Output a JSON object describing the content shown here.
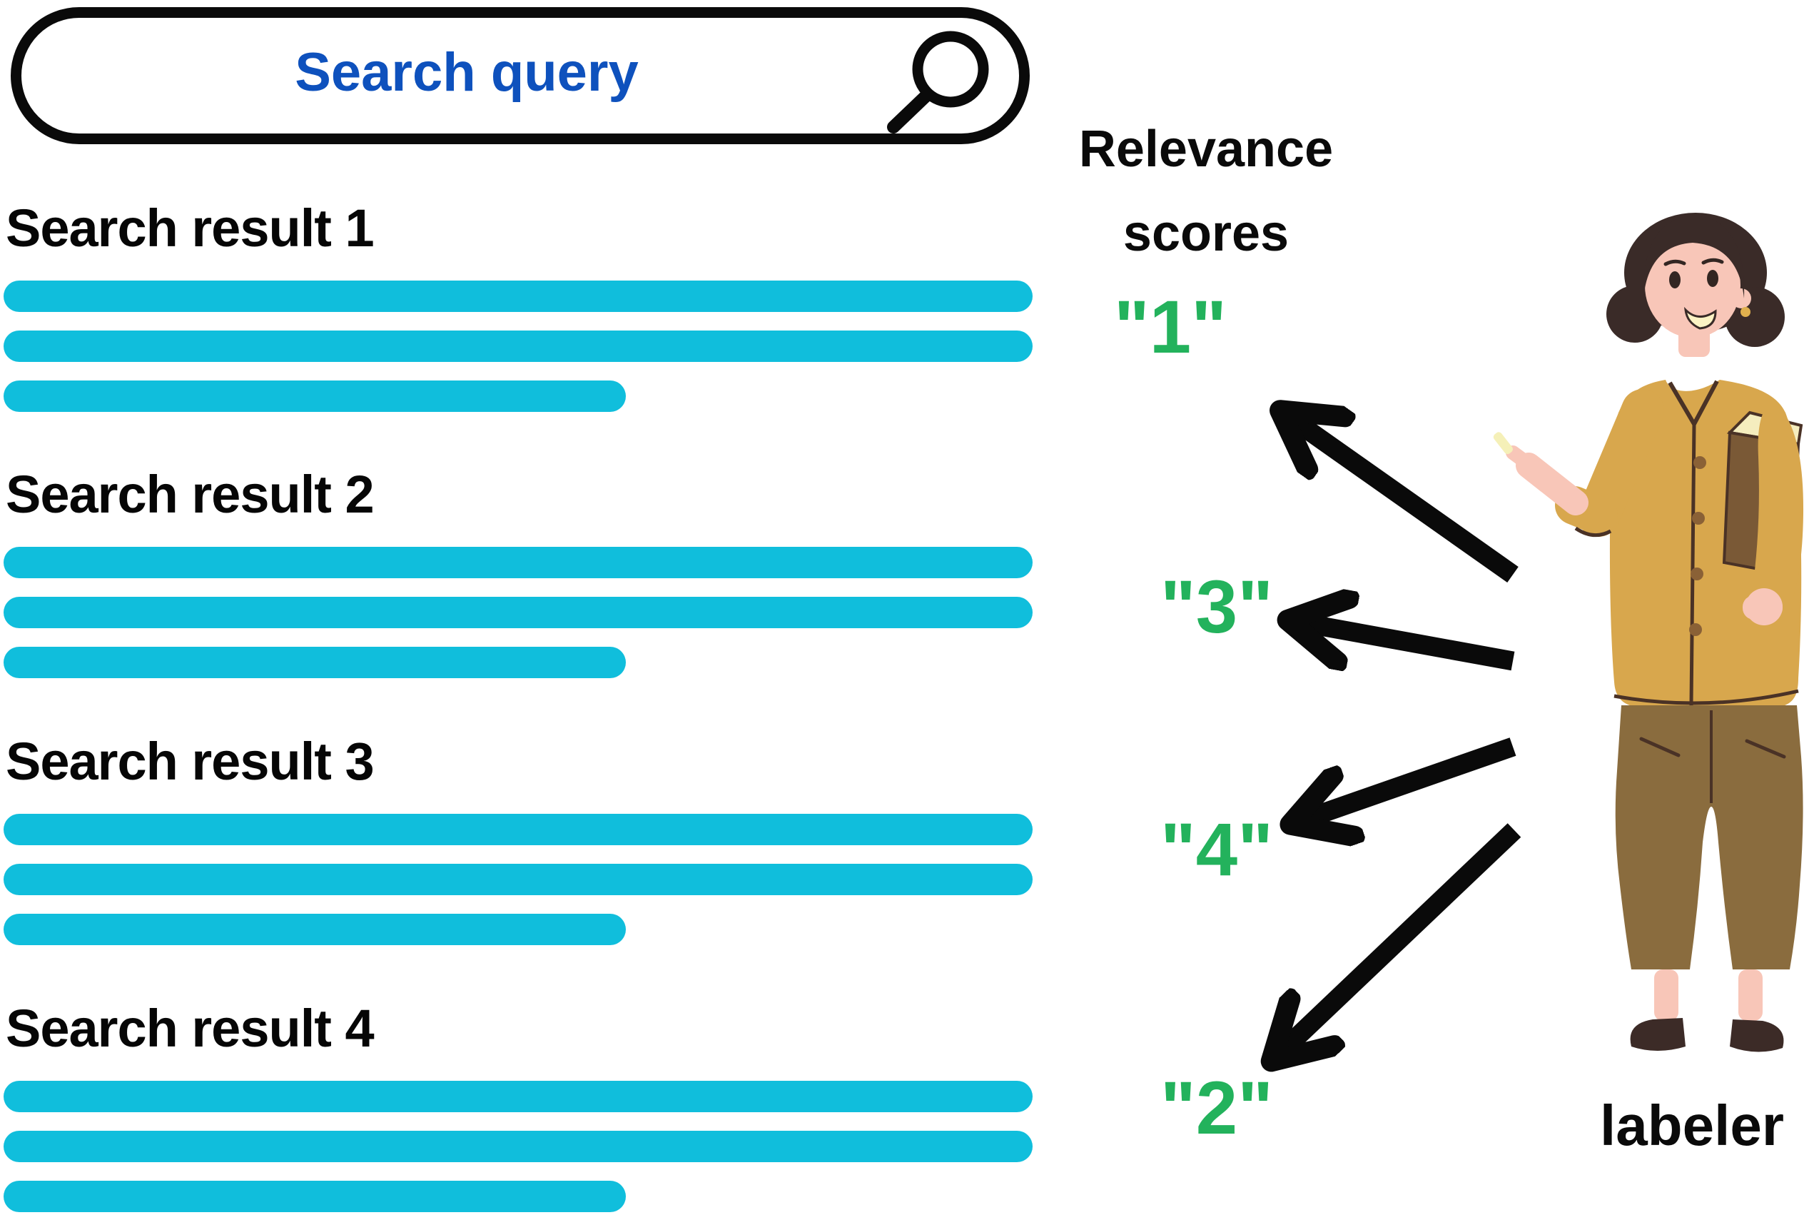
{
  "search": {
    "query_label": "Search query"
  },
  "results": [
    {
      "title": "Search result 1",
      "lines": [
        "long",
        "long",
        "short"
      ]
    },
    {
      "title": "Search result 2",
      "lines": [
        "long",
        "long",
        "short"
      ]
    },
    {
      "title": "Search result 3",
      "lines": [
        "long",
        "long",
        "short"
      ]
    },
    {
      "title": "Search result 4",
      "lines": [
        "long",
        "long",
        "short"
      ]
    }
  ],
  "scores": {
    "heading_line1": "Relevance",
    "heading_line2": "scores",
    "items": [
      {
        "label": "\"1\"",
        "value": "1"
      },
      {
        "label": "\"3\"",
        "value": "3"
      },
      {
        "label": "\"4\"",
        "value": "4"
      },
      {
        "label": "\"2\"",
        "value": "2"
      }
    ]
  },
  "labeler": {
    "caption": "labeler"
  },
  "icons": {
    "search_icon": "magnifying-glass"
  },
  "colors": {
    "bar_cyan": "#10BEDC",
    "query_blue": "#0E51BD",
    "score_green": "#23B25C",
    "ink_black": "#0A0A0A",
    "cardigan_mustard": "#D8A74D",
    "pants_brown": "#8A6C3E",
    "skin_pink": "#F8C6B8",
    "hair_brown": "#3A2B28"
  }
}
